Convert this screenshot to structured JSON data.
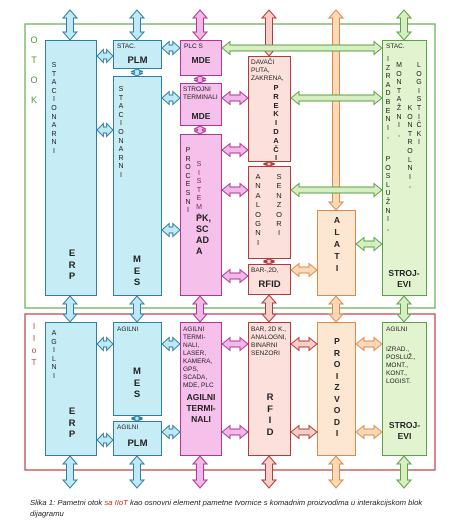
{
  "zones": {
    "otok_label": "OTOK",
    "iiot_label": "IIoT"
  },
  "top": {
    "erp_side": "STACIONARNI",
    "erp_label": "ERP",
    "plm_prefix": "STAC.",
    "plm_label": "PLM",
    "mes_side": "STACIONARNI",
    "mes_label": "MES",
    "plcs_prefix": "PLC S",
    "plcs_mde": "MDE",
    "strojni_lines": [
      "STROJNI",
      "TERMINALI"
    ],
    "strojni_mde": "MDE",
    "pk_side": "PROCESNI",
    "pk_side2": "SISTEMI",
    "pk_label": "PK, SCADA",
    "davaci_lines": [
      "DAVAČI",
      "PUTA,",
      "ZAKRENA,"
    ],
    "davaci_vert": "PREKIDAČI",
    "analogni_a": "ANALOGNI",
    "analogni_b": "SENZORI",
    "bar_small": "BAR-,2D,",
    "rfid_label": "RFID",
    "alati_label": "ALATI",
    "stac_label": "STAC.",
    "strojevi_cols": [
      "IZRADBENI,",
      "POSLUŽNI,",
      "MONTAŽNI,",
      "KONTROLNI,",
      "LOGISTIČKI"
    ],
    "strojevi_label": "STROJ-EVI"
  },
  "bottom": {
    "erp_side": "AGILNI",
    "erp_label": "ERP",
    "mes_prefix": "AGILNI",
    "mes_label": "MES",
    "plm_prefix": "AGILNI",
    "plm_label": "PLM",
    "agilni_lines": [
      "AGILNI",
      "TERMI-",
      "NALI,",
      "LASER,",
      "KAMERA,",
      "GPS,",
      "SCADA,",
      "MDE, PLC"
    ],
    "agilni_label_a": "AGILNI",
    "agilni_label_b": "TERMI-",
    "agilni_label_c": "NALI",
    "rfid_lines": [
      "BAR, 2D K.,",
      "ANALOGNI,",
      "BINARNI",
      "SENZORI"
    ],
    "rfid_label": "RFID",
    "proizvodi_label": "PROIZVODI",
    "strojevi_prefix": "AGILNI",
    "strojevi_lines": [
      "IZRAD.,",
      "POSLUŽ.,",
      "MONT.,",
      "KONT.,",
      "LOGIST."
    ],
    "strojevi_label_a": "STROJ-",
    "strojevi_label_b": "EVI"
  },
  "caption": {
    "part1": "Slika 1: Pametni otok ",
    "highlight": "sa IIoT",
    "part2": " kao osnovni element pametne tvornice s komadnim proizvodima u interakcijskom blok dijagramu"
  },
  "colors": {
    "blue_fill": "#c6ecf6",
    "magenta_fill": "#f5c0ea",
    "red_fill": "#fbe0dc",
    "orange_fill": "#fde6d2",
    "green_fill": "#e2f4cf",
    "otok_border": "#5aa246",
    "iiot_border": "#c23a3a"
  }
}
